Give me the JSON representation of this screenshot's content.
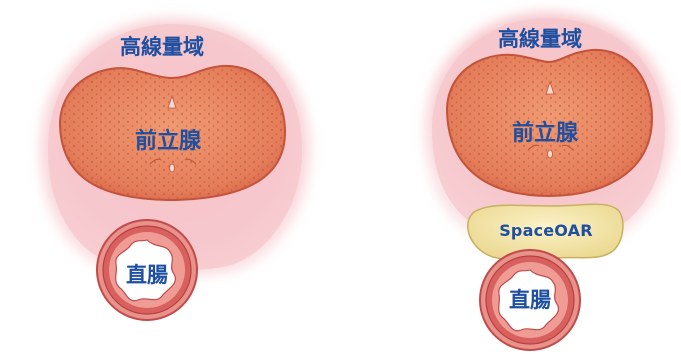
{
  "colors": {
    "high_dose_zone": "#f6c7cc",
    "prostate_fill": "#e9835f",
    "prostate_edge": "#c4533a",
    "rectum_wall": "#cf5a58",
    "spacer_gel": "#f0e3a6",
    "label_text": "#1f4fa0"
  },
  "panels": [
    {
      "high_dose_label": "高線量域",
      "prostate_label": "前立腺",
      "rectum_label": "直腸"
    },
    {
      "high_dose_label": "高線量域",
      "prostate_label": "前立腺",
      "spacer_label": "SpaceOAR",
      "rectum_label": "直腸"
    }
  ]
}
